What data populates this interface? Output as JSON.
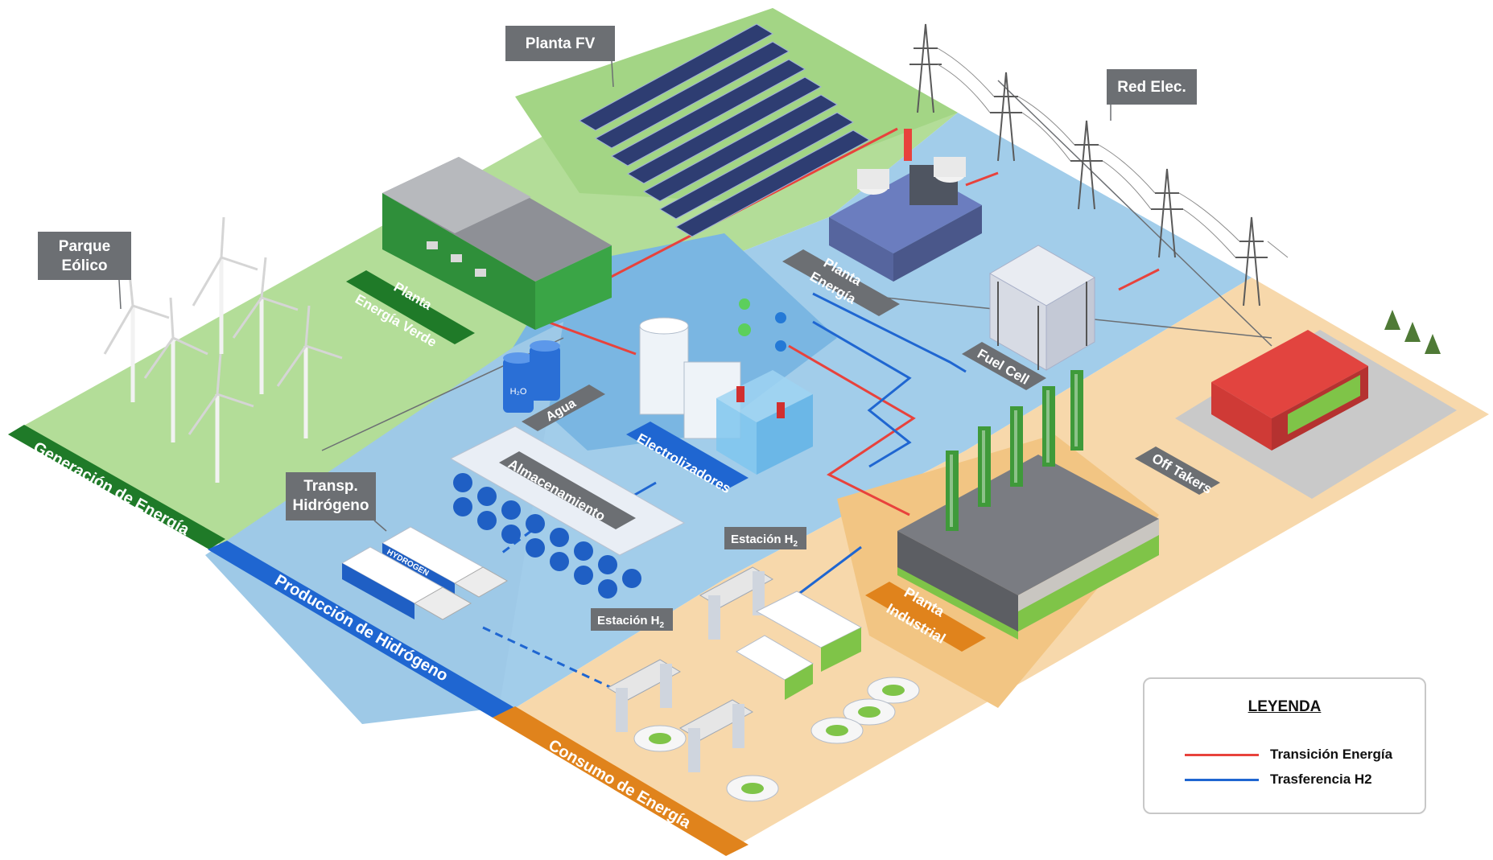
{
  "colors": {
    "generation": "#a9d98c",
    "generation_dark": "#8fcb70",
    "production": "#9ecae9",
    "production_dark": "#5fa7dc",
    "consumption": "#f6d5a6",
    "consumption_dark": "#f0c17e",
    "transition": "#e8423c",
    "h2transfer": "#1f66d1",
    "label_bg": "#6c6f73"
  },
  "banners": {
    "generation": "Generación de Energía",
    "production": "Producción  de Hidrógeno",
    "consumption": "Consumo  de Energía"
  },
  "labels": {
    "planta_fv": "Planta FV",
    "red_elec": "Red Elec.",
    "parque_eolico_1": "Parque",
    "parque_eolico_2": "Eólico",
    "planta_verde_1": "Planta",
    "planta_verde_2": "Energía Verde",
    "planta_energia_1": "Planta",
    "planta_energia_2": "Energía",
    "fuel_cell": "Fuel Cell",
    "off_takers": "Off Takers",
    "agua": "Agua",
    "electrolizadores": "Electrolizadores",
    "almacenamiento": "Almacenamiento",
    "transp_1": "Transp.",
    "transp_2": "Hidrógeno",
    "estacion_1": "Estación H",
    "estacion_2": "Estación H",
    "estacion_sub": "2",
    "planta_industrial_1": "Planta",
    "planta_industrial_2": "Industrial",
    "h2o": "H₂O",
    "hydrogen": "HYDROGEN"
  },
  "legend": {
    "title": "LEYENDA",
    "items": [
      {
        "label": "Transición Energía",
        "color": "#e8423c"
      },
      {
        "label": "Trasferencia H2",
        "color": "#1f66d1"
      }
    ]
  }
}
